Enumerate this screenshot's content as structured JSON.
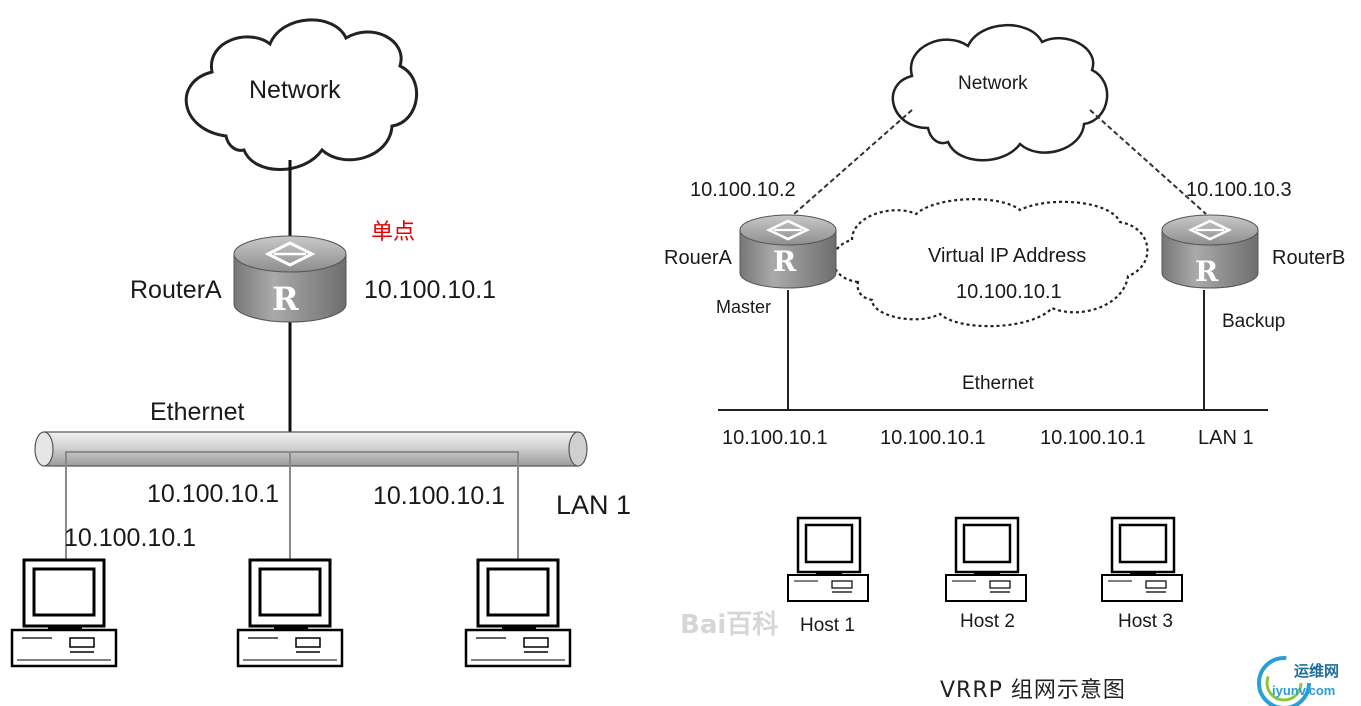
{
  "left_diagram": {
    "cloud_label": "Network",
    "router_name": "RouterA",
    "router_ip": "10.100.10.1",
    "single_point_note": "单点",
    "bus_label": "Ethernet",
    "lan_label": "LAN 1",
    "host_ips": [
      "10.100.10.1",
      "10.100.10.1",
      "10.100.10.1"
    ]
  },
  "right_diagram": {
    "cloud_label": "Network",
    "router_a": {
      "name": "RouerA",
      "ip": "10.100.10.2",
      "role": "Master"
    },
    "router_b": {
      "name": "RouterB",
      "ip": "10.100.10.3",
      "role": "Backup"
    },
    "virtual_ip_title": "Virtual IP Address",
    "virtual_ip": "10.100.10.1",
    "bus_label": "Ethernet",
    "lan_label": "LAN 1",
    "host_ips": [
      "10.100.10.1",
      "10.100.10.1",
      "10.100.10.1"
    ],
    "hosts": [
      "Host 1",
      "Host 2",
      "Host 3"
    ],
    "caption": "VRRP 组网示意图"
  },
  "router_glyph": "R",
  "watermark": "Bai百科",
  "logo": {
    "cn": "运维网",
    "en": "iyunv.com"
  }
}
